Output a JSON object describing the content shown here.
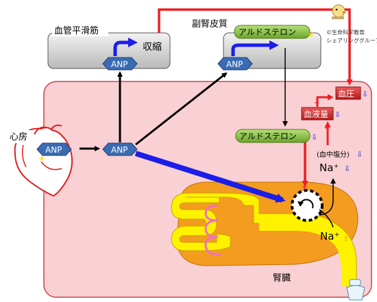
{
  "labels": {
    "vascular_smooth_muscle": "血管平滑筋",
    "contraction": "収縮",
    "adrenal_cortex": "副腎皮質",
    "aldosterone_top": "アルドステロン",
    "aldosterone_mid": "アルドステロン",
    "anp": "ANP",
    "atrium": "心房",
    "blood_pressure": "血圧",
    "blood_volume": "血液量",
    "blood_salt": "(血中塩分)",
    "na_plus_top": "Na⁺",
    "na_plus_bottom": "Na⁺",
    "kidney": "腎臓",
    "credit_line1": "©生命科学教育",
    "credit_line2": "シェアリンググループ"
  },
  "colors": {
    "pink_box": "#f9d0d3",
    "pink_border": "#c4474d",
    "red": "#ee1f25",
    "blue": "#1b1ee8",
    "anp_blue": "#3a6bb3",
    "aldo_green": "#8cc63f",
    "kidney_orange": "#f39c1f",
    "tubule_yellow": "#fff200",
    "label_red": "#d93b3b"
  },
  "icons": {
    "down_arrow": "down-arrow-icon",
    "up_arrow": "up-arrow-icon",
    "rotate": "rotation-icon",
    "star": "star-icon",
    "heart": "heart-outline",
    "chick": "chick-logo",
    "toilet": "toilet-icon"
  }
}
